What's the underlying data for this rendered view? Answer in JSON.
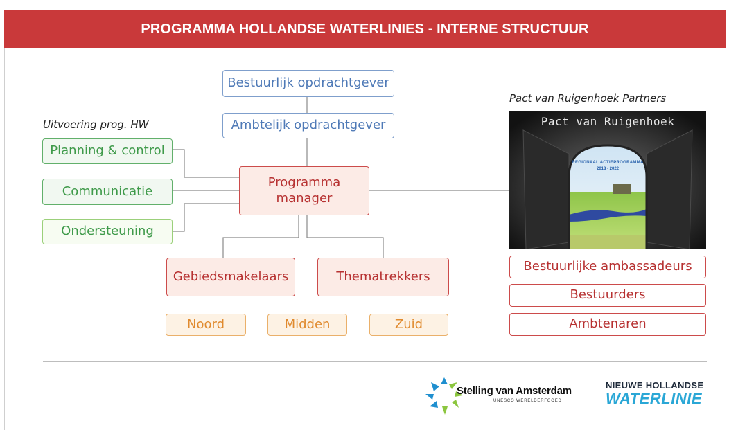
{
  "header": {
    "title": "PROGRAMMA HOLLANDSE WATERLINIES - INTERNE STRUCTUUR"
  },
  "nodes": {
    "bestuurlijk": "Bestuurlijk opdrachtgever",
    "ambtelijk": "Ambtelijk opdrachtgever",
    "programma": "Programma manager",
    "planning": "Planning & control",
    "communicatie": "Communicatie",
    "ondersteuning": "Ondersteuning",
    "gebiedsmakelaars": "Gebiedsmakelaars",
    "thematrekkers": "Thematrekkers",
    "noord": "Noord",
    "midden": "Midden",
    "zuid": "Zuid"
  },
  "uitvoering_label": "Uitvoering prog. HW",
  "pact": {
    "label": "Pact van Ruigenhoek Partners",
    "image_title": "Pact van Ruigenhoek",
    "image_subtitle": "REGIONAAL ACTIEPROGRAMMA",
    "image_years": "2018 - 2022",
    "partners": [
      "Bestuurlijke ambassadeurs",
      "Bestuurders",
      "Ambtenaren"
    ]
  },
  "logos": {
    "stelling_title": "Stelling van Amsterdam",
    "stelling_sub": "UNESCO WERELDERFGOED",
    "nhw_line1": "NIEUWE HOLLANDSE",
    "nhw_line2": "WATERLINIE"
  },
  "colors": {
    "header": "#c9393a",
    "blue": "#4f7ab7",
    "green": "#3f9a4a",
    "red": "#b73232",
    "orange": "#e08a2e"
  }
}
